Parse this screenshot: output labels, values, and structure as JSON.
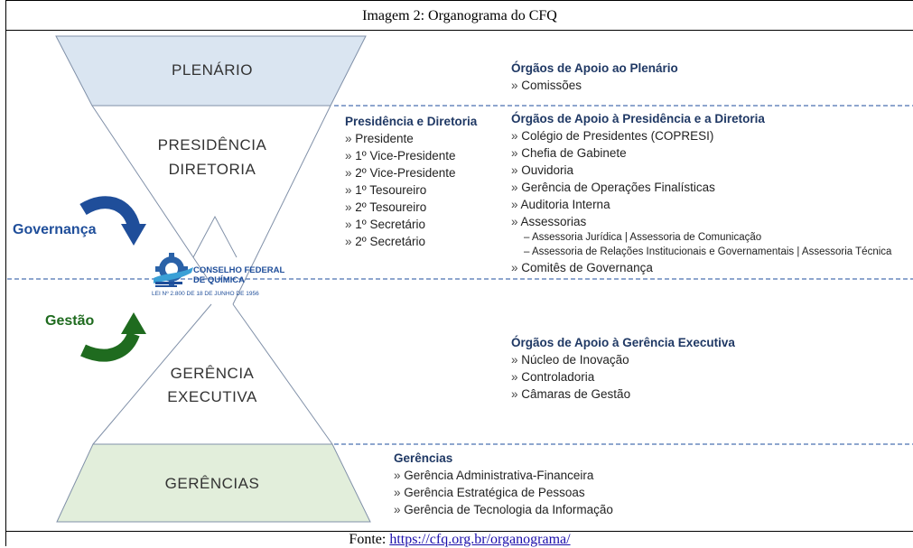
{
  "caption": "Imagem 2: Organograma do CFQ",
  "source": {
    "prefix": "Fonte: ",
    "url": "https://cfq.org.br/organograma/"
  },
  "levels": {
    "plenario": "PLENÁRIO",
    "presidencia_1": "PRESIDÊNCIA",
    "presidencia_2": "DIRETORIA",
    "gerencia_exec_1": "GERÊNCIA",
    "gerencia_exec_2": "EXECUTIVA",
    "gerencias": "GERÊNCIAS"
  },
  "side_labels": {
    "governanca": "Governança",
    "gestao": "Gestão"
  },
  "logo": {
    "name_1": "CONSELHO FEDERAL",
    "name_2": "DE QUÍMICA",
    "law": "LEI Nº 2.800 DE 18 DE JUNHO DE 1956"
  },
  "apoio_plenario": {
    "title": "Órgãos de Apoio ao Plenário",
    "items": [
      "Comissões"
    ]
  },
  "presidencia_diretoria": {
    "title": "Presidência e Diretoria",
    "items": [
      "Presidente",
      "1º Vice-Presidente",
      "2º Vice-Presidente",
      "1º Tesoureiro",
      "2º Tesoureiro",
      "1º Secretário",
      "2º Secretário"
    ]
  },
  "apoio_presidencia": {
    "title": "Órgãos de Apoio à Presidência e a Diretoria",
    "items": [
      "Colégio de Presidentes (COPRESI)",
      "Chefia de Gabinete",
      "Ouvidoria",
      "Gerência de Operações Finalísticas",
      "Auditoria Interna",
      "Assessorias"
    ],
    "sub_items": [
      "Assessoria Jurídica | Assessoria de Comunicação",
      "Assessoria de Relações Institucionais e Governamentais | Assessoria Técnica"
    ],
    "last_item": "Comitês de Governança"
  },
  "apoio_gerencia": {
    "title": "Órgãos de Apoio à Gerência Executiva",
    "items": [
      "Núcleo de Inovação",
      "Controladoria",
      "Câmaras de Gestão"
    ]
  },
  "gerencias": {
    "title": "Gerências",
    "items": [
      "Gerência Administrativa-Financeira",
      "Gerência Estratégica de Pessoas",
      "Gerência de Tecnologia da Informação"
    ]
  },
  "colors": {
    "plenario_fill": "#dae5f1",
    "gerencias_fill": "#e2eedb",
    "dashed": "#4a72b0",
    "governanca": "#1f4e9a",
    "gestao": "#1f6b1f"
  }
}
